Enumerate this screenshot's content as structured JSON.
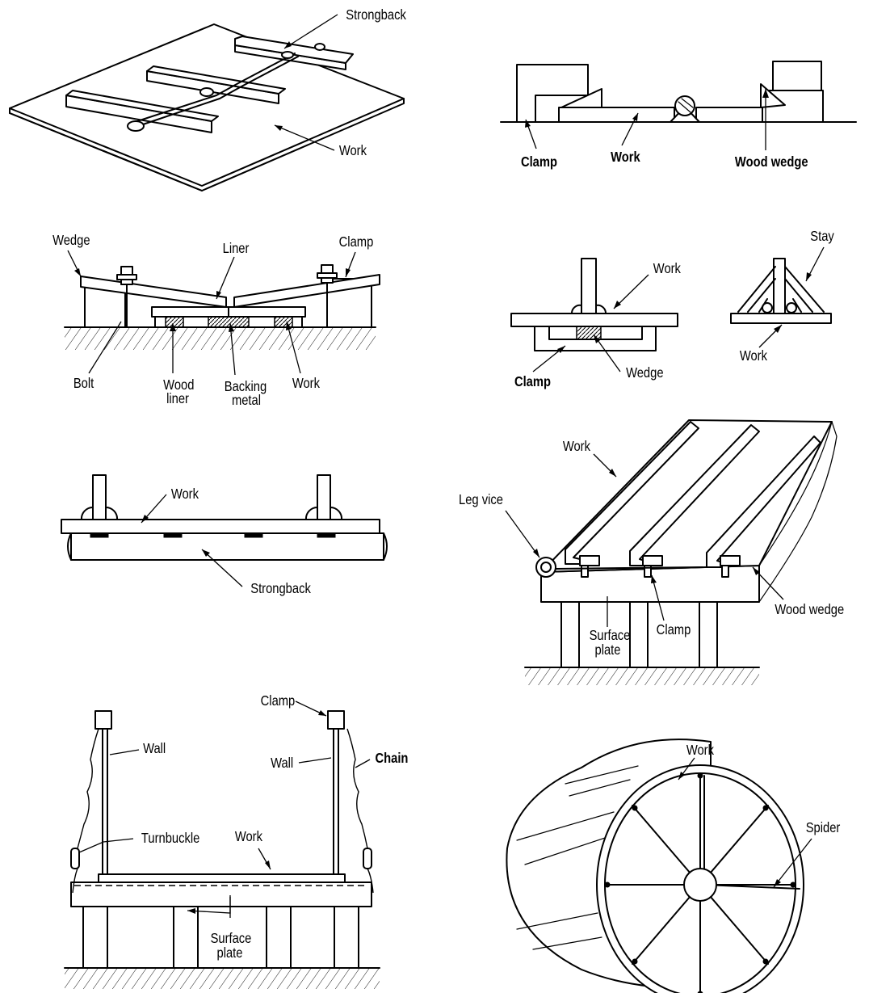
{
  "labels": {
    "p1": {
      "strongback": "Strongback",
      "work": "Work"
    },
    "p2": {
      "clamp": "Clamp",
      "work": "Work",
      "wood_wedge": "Wood wedge"
    },
    "p3": {
      "wedge": "Wedge",
      "liner": "Liner",
      "clamp": "Clamp",
      "bolt": "Bolt",
      "wood_liner_1": "Wood",
      "wood_liner_2": "liner",
      "backing_1": "Backing",
      "backing_2": "metal",
      "work": "Work"
    },
    "p4": {
      "work": "Work",
      "clamp": "Clamp",
      "wedge": "Wedge"
    },
    "p5": {
      "stay": "Stay",
      "work": "Work"
    },
    "p6": {
      "work": "Work",
      "strongback": "Strongback"
    },
    "p7": {
      "work": "Work",
      "leg_vice": "Leg vice",
      "wood_wedge": "Wood wedge",
      "surface_1": "Surface",
      "surface_2": "plate",
      "clamp": "Clamp"
    },
    "p8": {
      "clamp": "Clamp",
      "wall_left": "Wall",
      "wall_right": "Wall",
      "chain": "Chain",
      "turnbuckle": "Turnbuckle",
      "work": "Work",
      "surface_1": "Surface",
      "surface_2": "plate"
    },
    "p9": {
      "work": "Work",
      "spider": "Spider"
    }
  }
}
